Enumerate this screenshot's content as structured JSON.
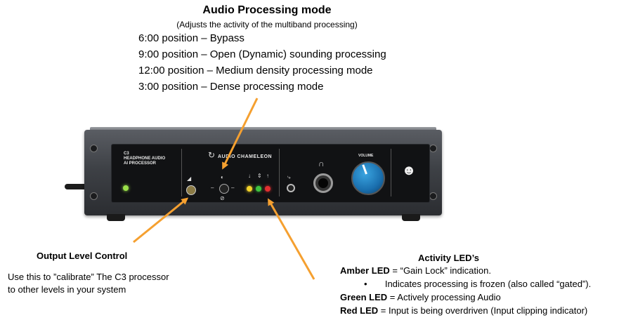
{
  "header": {
    "title": "Audio Processing mode",
    "subtitle": "(Adjusts the activity of the multiband processing)",
    "modes": [
      "6:00 position – Bypass",
      "9:00 position – Open (Dynamic) sounding processing",
      "12:00 position – Medium density processing mode",
      "3:00 position – Dense processing mode"
    ]
  },
  "device": {
    "label_line1": "C3",
    "label_line2": "HEADPHONE AUDIO",
    "label_line3": "AI PROCESSOR",
    "brand": "AUDIO CHAMELEON",
    "volume_label": "VOLUME",
    "colors": {
      "power_led": "#9be04a",
      "amber_led": "#f2d22a",
      "green_led": "#3fc23f",
      "red_led": "#e23030",
      "knob": "#2a8fd0"
    }
  },
  "output_level": {
    "title": "Output Level Control",
    "body_line1": "Use this to ”calibrate” The C3 processor",
    "body_line2": "to other levels in your system"
  },
  "activity_leds": {
    "title": "Activity LED’s",
    "amber_label": "Amber LED",
    "amber_text": " = “Gain Lock” indication.",
    "bullet_text": "Indicates processing is frozen (also called “gated”).",
    "green_label": "Green LED",
    "green_text": " = Actively processing Audio",
    "red_label": "Red LED",
    "red_text": " = Input is being overdriven (Input clipping indicator)"
  },
  "arrow_color": "#f5a030"
}
